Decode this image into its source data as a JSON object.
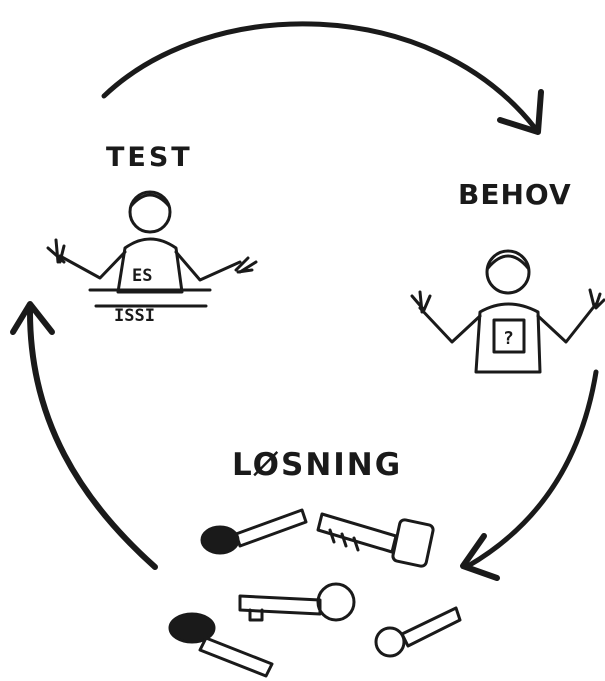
{
  "stages": {
    "test": "TEST",
    "behov": "BEHOV",
    "losning": "LØSNING"
  },
  "shirt": {
    "test_top": "ES",
    "test_bottom": "ISSI",
    "behov_mark": "?"
  },
  "colors": {
    "ink": "#1a1a1a",
    "background": "#ffffff"
  }
}
